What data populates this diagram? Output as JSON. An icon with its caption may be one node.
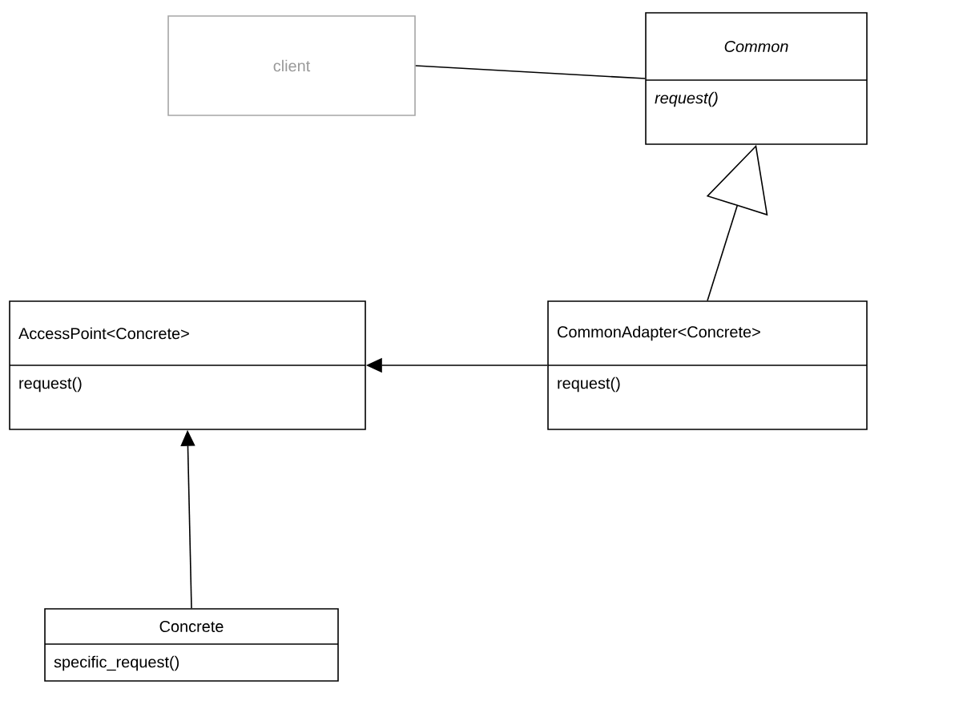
{
  "diagram": {
    "nodes": [
      {
        "text": [
          "client"
        ]
      },
      {
        "text": [
          "Common",
          "request()"
        ]
      },
      {
        "text": [
          "AccessPoint<Concrete>",
          "request()"
        ]
      },
      {
        "text": [
          "CommonAdapter<Concrete>",
          "request()"
        ]
      },
      {
        "text": [
          "Concrete",
          "specific_request()"
        ]
      }
    ],
    "edges": [
      {
        "from": 0,
        "to": 1,
        "arrow": "none"
      },
      {
        "from": 3,
        "to": 1,
        "arrow": "to"
      },
      {
        "from": 3,
        "to": 2,
        "arrow": "to"
      },
      {
        "from": 4,
        "to": 2,
        "arrow": "to"
      }
    ]
  }
}
